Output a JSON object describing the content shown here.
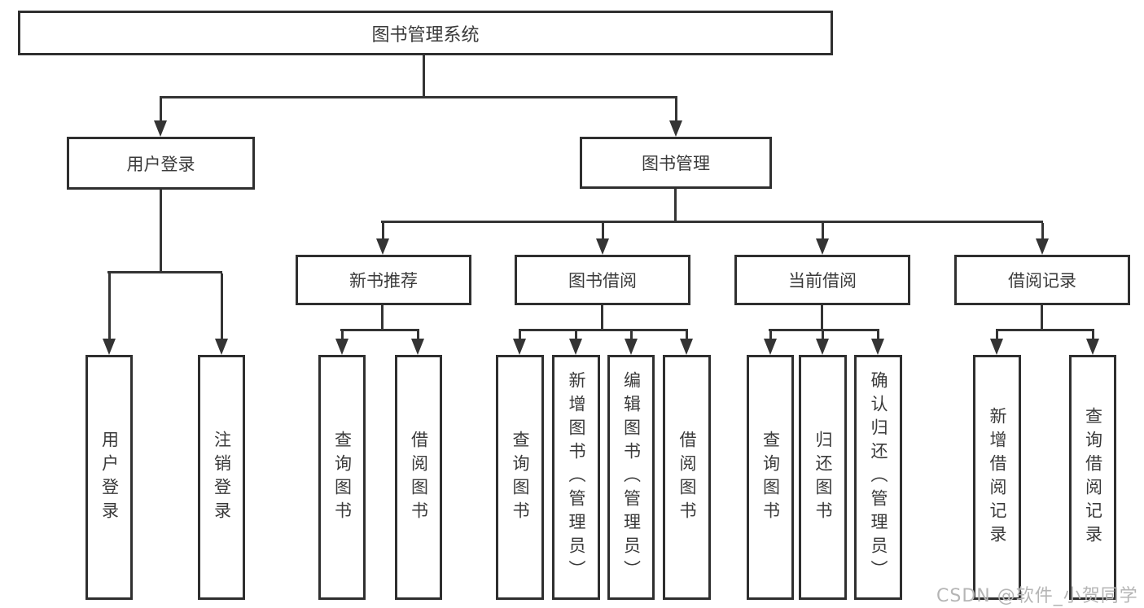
{
  "diagram": {
    "title": "图书管理系统",
    "tree": {
      "root": {
        "label": "图书管理系统"
      },
      "branches": [
        {
          "label": "用户登录",
          "leaves": [
            {
              "label": "用户登录"
            },
            {
              "label": "注销登录"
            }
          ]
        },
        {
          "label": "图书管理",
          "groups": [
            {
              "label": "新书推荐",
              "leaves": [
                {
                  "label": "查询图书"
                },
                {
                  "label": "借阅图书"
                }
              ]
            },
            {
              "label": "图书借阅",
              "leaves": [
                {
                  "label": "查询图书"
                },
                {
                  "label": "新增图书（管理员）"
                },
                {
                  "label": "编辑图书（管理员）"
                },
                {
                  "label": "借阅图书"
                }
              ]
            },
            {
              "label": "当前借阅",
              "leaves": [
                {
                  "label": "查询图书"
                },
                {
                  "label": "归还图书"
                },
                {
                  "label": "确认归还（管理员）"
                }
              ]
            },
            {
              "label": "借阅记录",
              "leaves": [
                {
                  "label": "新增借阅记录"
                },
                {
                  "label": "查询借阅记录"
                }
              ]
            }
          ]
        }
      ]
    },
    "watermark": {
      "text": "CSDN @软件_小贺同学"
    },
    "colors": {
      "line": "#343434",
      "box_border": "#2f2f2f",
      "text": "#3a3a3a",
      "watermark": "#b5b5b5",
      "background": "#ffffff"
    }
  }
}
